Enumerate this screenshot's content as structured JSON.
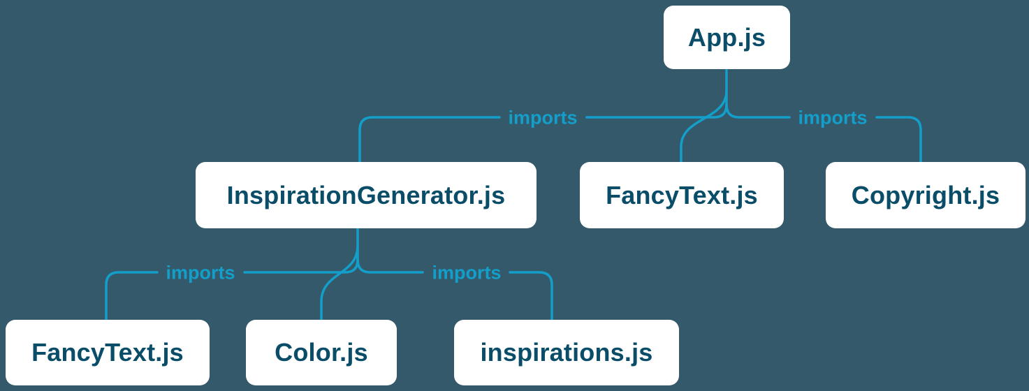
{
  "diagram": {
    "type": "module-dependency-tree",
    "description": "Tree of JavaScript module files connected by 'imports' edges"
  },
  "nodes": {
    "app": {
      "label": "App.js"
    },
    "inspiration_generator": {
      "label": "InspirationGenerator.js"
    },
    "fancy_text_top": {
      "label": "FancyText.js"
    },
    "copyright": {
      "label": "Copyright.js"
    },
    "fancy_text_bottom": {
      "label": "FancyText.js"
    },
    "color": {
      "label": "Color.js"
    },
    "inspirations": {
      "label": "inspirations.js"
    }
  },
  "edges": [
    {
      "from": "App.js",
      "to": "InspirationGenerator.js",
      "label": "imports"
    },
    {
      "from": "App.js",
      "to": "FancyText.js",
      "label": "imports"
    },
    {
      "from": "App.js",
      "to": "Copyright.js",
      "label": "imports"
    },
    {
      "from": "InspirationGenerator.js",
      "to": "FancyText.js",
      "label": "imports"
    },
    {
      "from": "InspirationGenerator.js",
      "to": "Color.js",
      "label": "imports"
    },
    {
      "from": "InspirationGenerator.js",
      "to": "inspirations.js",
      "label": "imports"
    }
  ],
  "colors": {
    "background": "#33596B",
    "node_background": "#FFFFFF",
    "node_text": "#0A4D68",
    "edge_line": "#149ECA",
    "edge_label": "#149ECA"
  }
}
